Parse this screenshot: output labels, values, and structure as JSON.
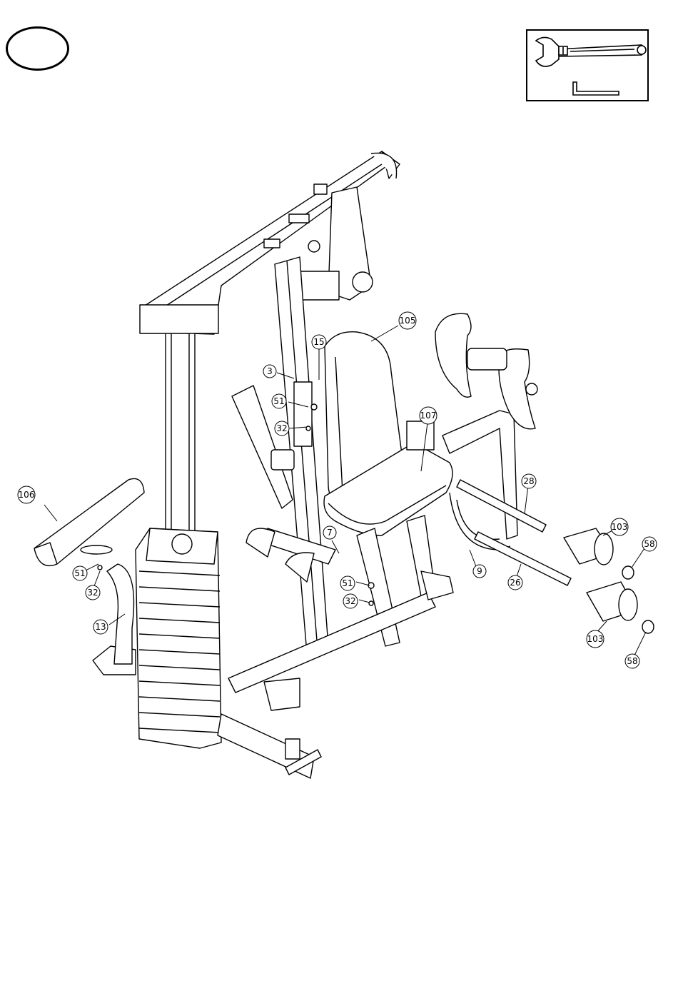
{
  "step_number": "",
  "tools": {
    "icons": [
      "adjustable-wrench-icon",
      "allen-key-icon"
    ]
  },
  "parts": [
    {
      "id": "p105",
      "label": "105"
    },
    {
      "id": "p15",
      "label": "15"
    },
    {
      "id": "p3",
      "label": "3"
    },
    {
      "id": "p51a",
      "label": "51"
    },
    {
      "id": "p32a",
      "label": "32"
    },
    {
      "id": "p107",
      "label": "107"
    },
    {
      "id": "p106",
      "label": "106"
    },
    {
      "id": "p51b",
      "label": "51"
    },
    {
      "id": "p32b",
      "label": "32"
    },
    {
      "id": "p13",
      "label": "13"
    },
    {
      "id": "p7",
      "label": "7"
    },
    {
      "id": "p51c",
      "label": "51"
    },
    {
      "id": "p32c",
      "label": "32"
    },
    {
      "id": "p28",
      "label": "28"
    },
    {
      "id": "p26",
      "label": "26"
    },
    {
      "id": "p9",
      "label": "9"
    },
    {
      "id": "p103a",
      "label": "103"
    },
    {
      "id": "p58a",
      "label": "58"
    },
    {
      "id": "p103b",
      "label": "103"
    },
    {
      "id": "p58b",
      "label": "58"
    }
  ]
}
